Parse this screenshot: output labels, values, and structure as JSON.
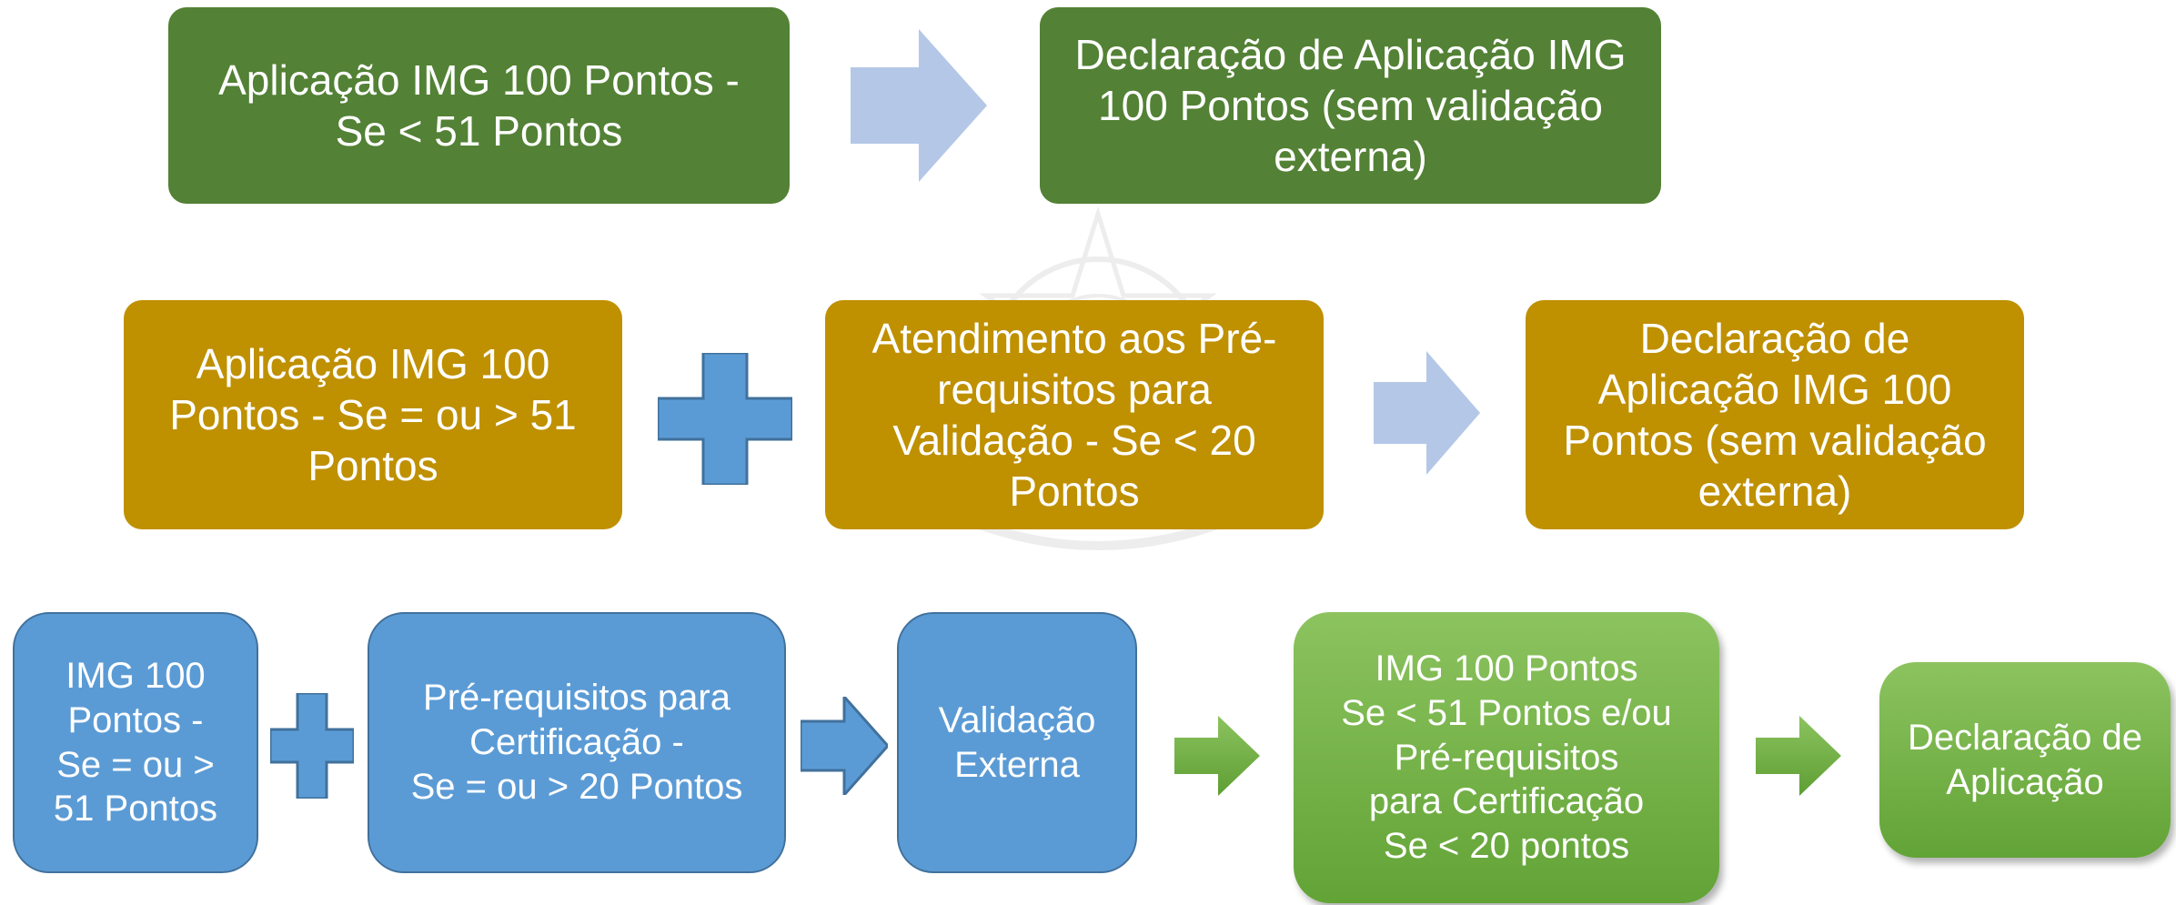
{
  "diagram": {
    "rows": [
      {
        "boxes": [
          {
            "text": "Aplicação IMG 100 Pontos -\nSe < 51 Pontos"
          },
          {
            "text": "Declaração de Aplicação IMG\n100 Pontos (sem validação\nexterna)"
          }
        ],
        "connectors": [
          "arrow"
        ]
      },
      {
        "boxes": [
          {
            "text": "Aplicação IMG 100\nPontos - Se = ou > 51\nPontos"
          },
          {
            "text": "Atendimento aos Pré-\nrequisitos para\nValidação - Se < 20\nPontos"
          },
          {
            "text": "Declaração de\nAplicação IMG 100\nPontos (sem validação\nexterna)"
          }
        ],
        "connectors": [
          "plus",
          "arrow"
        ]
      },
      {
        "boxes": [
          {
            "text": "IMG 100\nPontos -\nSe = ou >\n51 Pontos"
          },
          {
            "text": "Pré-requisitos para\nCertificação -\nSe = ou > 20 Pontos"
          },
          {
            "text": "Validação\nExterna"
          },
          {
            "text": "IMG 100 Pontos\nSe < 51 Pontos e/ou\nPré-requisitos\npara Certificação\nSe < 20 pontos"
          },
          {
            "text": "Declaração de\nAplicação"
          }
        ],
        "connectors": [
          "plus",
          "arrow",
          "arrow",
          "arrow"
        ]
      }
    ]
  },
  "colors": {
    "dark_green": "#538135",
    "gold": "#bf9000",
    "blue": "#5b9bd5",
    "light_blue_arrow": "#b4c7e7",
    "light_green": "#70ad47"
  },
  "icons": {
    "background": "coat-of-arms-watermark",
    "plus": "plus-icon",
    "arrow": "right-arrow-icon"
  }
}
